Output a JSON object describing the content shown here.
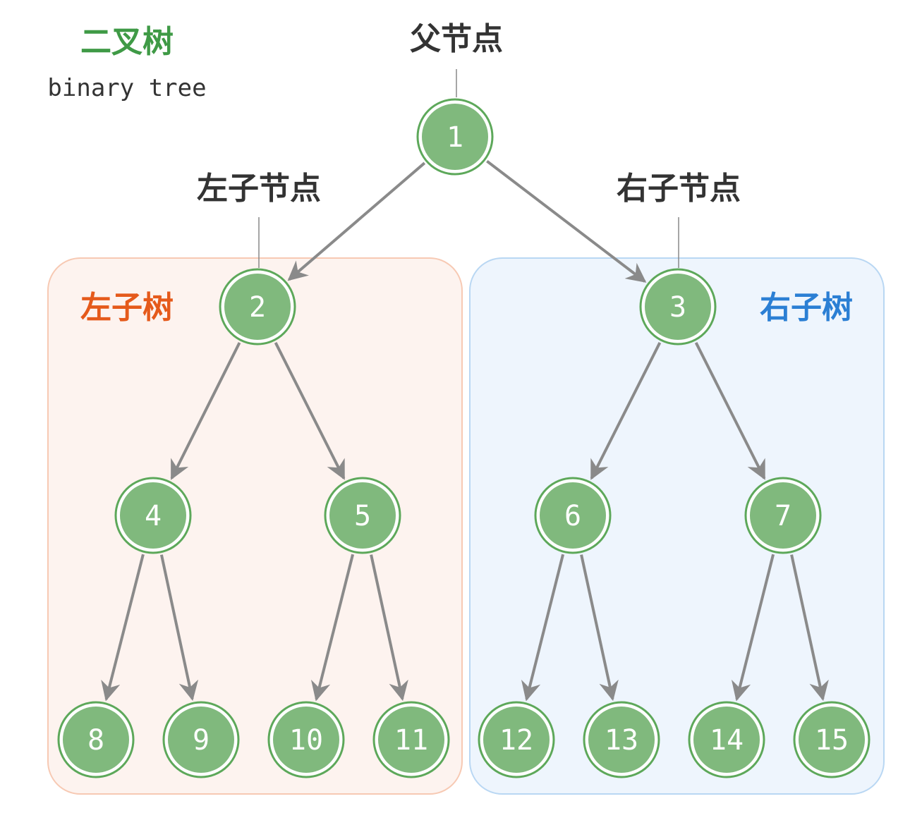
{
  "title": {
    "zh": "二叉树",
    "en": "binary tree"
  },
  "labels": {
    "parent": "父节点",
    "left_child": "左子节点",
    "right_child": "右子节点",
    "left_subtree": "左子树",
    "right_subtree": "右子树"
  },
  "nodes": [
    {
      "id": "1"
    },
    {
      "id": "2"
    },
    {
      "id": "3"
    },
    {
      "id": "4"
    },
    {
      "id": "5"
    },
    {
      "id": "6"
    },
    {
      "id": "7"
    },
    {
      "id": "8"
    },
    {
      "id": "9"
    },
    {
      "id": "10"
    },
    {
      "id": "11"
    },
    {
      "id": "12"
    },
    {
      "id": "13"
    },
    {
      "id": "14"
    },
    {
      "id": "15"
    }
  ],
  "edges": [
    [
      "1",
      "2"
    ],
    [
      "1",
      "3"
    ],
    [
      "2",
      "4"
    ],
    [
      "2",
      "5"
    ],
    [
      "3",
      "6"
    ],
    [
      "3",
      "7"
    ],
    [
      "4",
      "8"
    ],
    [
      "4",
      "9"
    ],
    [
      "5",
      "10"
    ],
    [
      "5",
      "11"
    ],
    [
      "6",
      "12"
    ],
    [
      "6",
      "13"
    ],
    [
      "7",
      "14"
    ],
    [
      "7",
      "15"
    ]
  ],
  "colors": {
    "node_fill": "#80b97d",
    "node_ring": "#5da85a",
    "node_text": "#ffffff",
    "edge": "#8a8a8a",
    "title_green": "#3f9a46",
    "label_dark": "#333333",
    "left_subtree_text": "#e55a1b",
    "left_subtree_fill": "#fdf3ef",
    "left_subtree_stroke": "#f7c9b3",
    "right_subtree_text": "#2b7fd4",
    "right_subtree_fill": "#eef5fd",
    "right_subtree_stroke": "#b9d7f3"
  }
}
